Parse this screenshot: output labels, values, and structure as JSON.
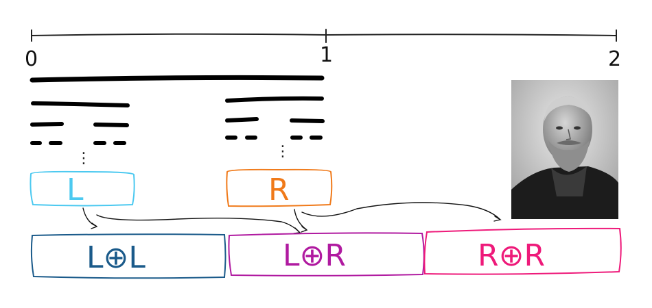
{
  "number_line": {
    "tick_labels": [
      "0",
      "1",
      "2"
    ]
  },
  "boxes": {
    "left_set": {
      "label": "L",
      "color": "#4cc9f0"
    },
    "right_set": {
      "label": "R",
      "color": "#f07a1a"
    },
    "left_plus_left": {
      "label": "L⊕L",
      "color": "#1a5a8a"
    },
    "left_plus_right": {
      "label": "L⊕R",
      "color": "#b01aa0"
    },
    "right_plus_right": {
      "label": "R⊕R",
      "color": "#ee1a7a"
    }
  },
  "ellipsis": "⋮",
  "portrait": {
    "subject": "bearded man photograph"
  }
}
